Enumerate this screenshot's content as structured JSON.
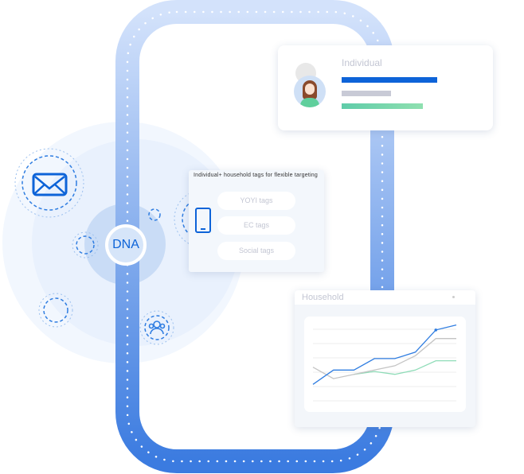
{
  "hub": {
    "label": "DNA"
  },
  "individual_card": {
    "title": "Individual",
    "bars": [
      {
        "color": "#0d63d8",
        "fill": 1.0
      },
      {
        "color": "#c8cad6",
        "fill": 0.52
      },
      {
        "color": "#6fd3ab",
        "fill": 0.85
      }
    ]
  },
  "tags_card": {
    "title": "Individual+ household tags for flexible targeting",
    "tags": [
      "YOYI tags",
      "EC tags",
      "Social tags"
    ]
  },
  "household_card": {
    "title": "Household"
  },
  "colors": {
    "accent": "#2f7de1",
    "frame_top": "#cfe0fb",
    "frame_bottom": "#3f7ee0"
  },
  "icons": [
    "mail-icon",
    "phone-icon",
    "users-icon",
    "avatar-icon"
  ],
  "chart_data": {
    "type": "line",
    "title": "Household",
    "x": [
      1,
      2,
      3,
      4,
      5,
      6,
      7,
      8
    ],
    "ylim": [
      0,
      110
    ],
    "grid": true,
    "series": [
      {
        "name": "blue",
        "color": "#2f7de1",
        "values": [
          23,
          43,
          43,
          59,
          59,
          68,
          99,
          106
        ]
      },
      {
        "name": "gray",
        "color": "#c4c4c4",
        "values": [
          47,
          31,
          37,
          43,
          49,
          63,
          87,
          87
        ]
      },
      {
        "name": "green",
        "color": "#8fdcb8",
        "values": [
          null,
          null,
          37,
          41,
          37,
          43,
          56,
          56
        ]
      }
    ]
  }
}
